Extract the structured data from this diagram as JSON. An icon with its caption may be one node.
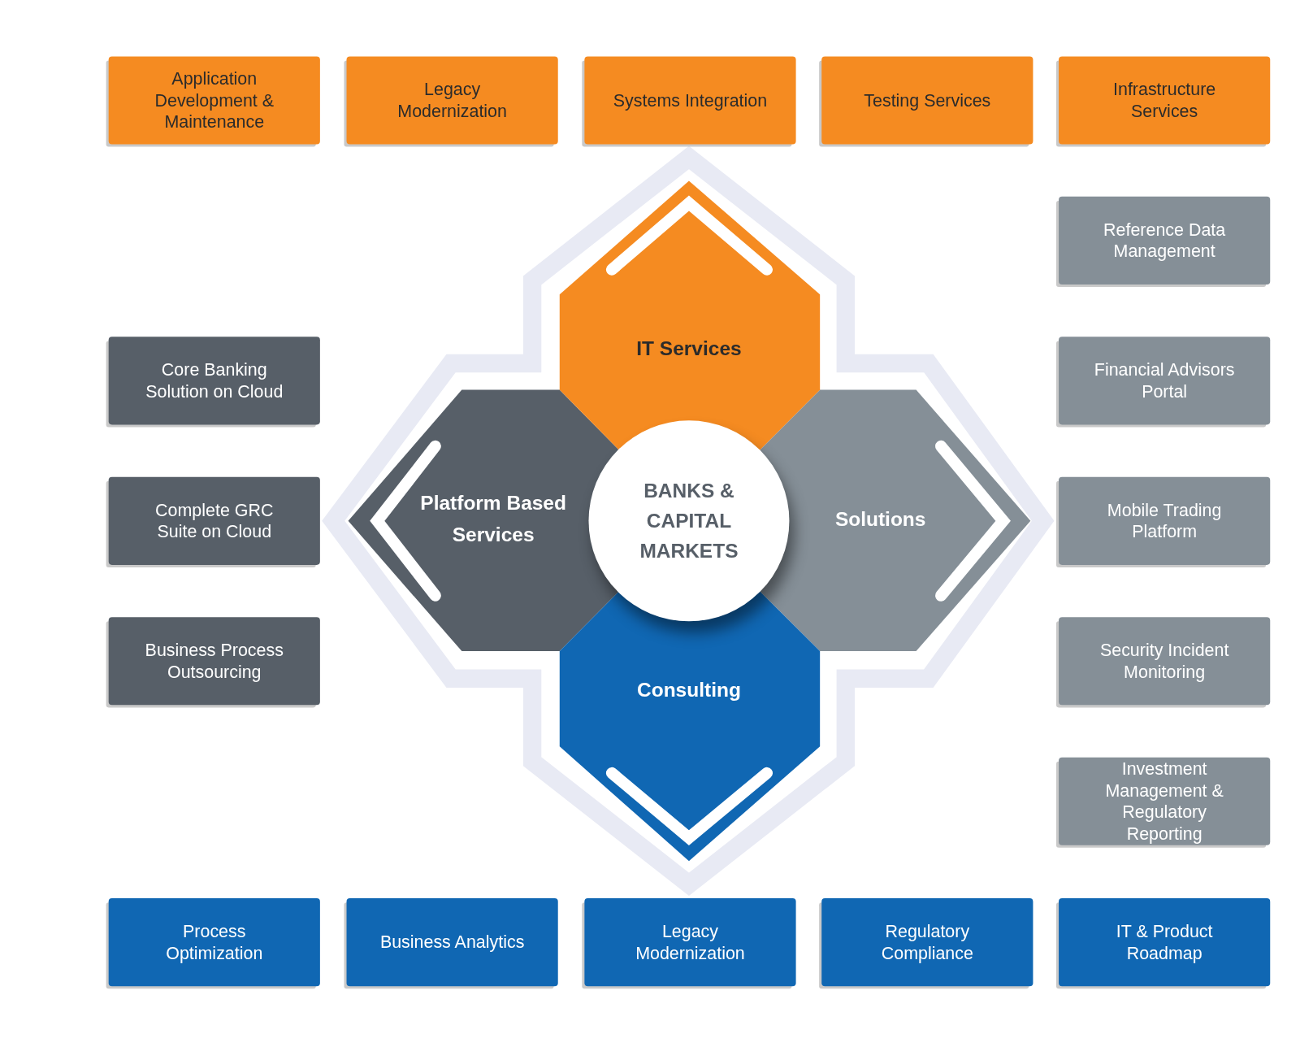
{
  "diagram": {
    "nodes": [
      {
        "text": [
          "Application Development & Maintenance"
        ]
      },
      {
        "text": [
          "Legacy Modernization"
        ]
      },
      {
        "text": [
          "Systems Integration"
        ]
      },
      {
        "text": [
          "Testing Services"
        ]
      },
      {
        "text": [
          "Infrastructure Services"
        ]
      },
      {
        "text": [
          "Reference Data Management"
        ]
      },
      {
        "text": [
          "IT Services"
        ]
      },
      {
        "text": [
          "Core Banking Solution on Cloud"
        ]
      },
      {
        "text": [
          "Financial Advisors Portal"
        ]
      },
      {
        "text": [
          "Platform Based Services"
        ]
      },
      {
        "text": [
          "BANKS & CAPITAL MARKETS"
        ]
      },
      {
        "text": [
          "Solutions"
        ]
      },
      {
        "text": [
          "Complete GRC Suite on Cloud"
        ]
      },
      {
        "text": [
          "Mobile Trading Platform"
        ]
      },
      {
        "text": [
          "Business Process Outsourcing"
        ]
      },
      {
        "text": [
          "Security Incident Monitoring"
        ]
      },
      {
        "text": [
          "Consulting"
        ]
      },
      {
        "text": [
          "Investment Management & Regulatory Reporting"
        ]
      },
      {
        "text": [
          "Process Optimization"
        ]
      },
      {
        "text": [
          "Business Analytics"
        ]
      },
      {
        "text": [
          "Legacy Modernization"
        ]
      },
      {
        "text": [
          "Regulatory Compliance"
        ]
      },
      {
        "text": [
          "IT & Product Roadmap"
        ]
      }
    ],
    "edges": []
  }
}
